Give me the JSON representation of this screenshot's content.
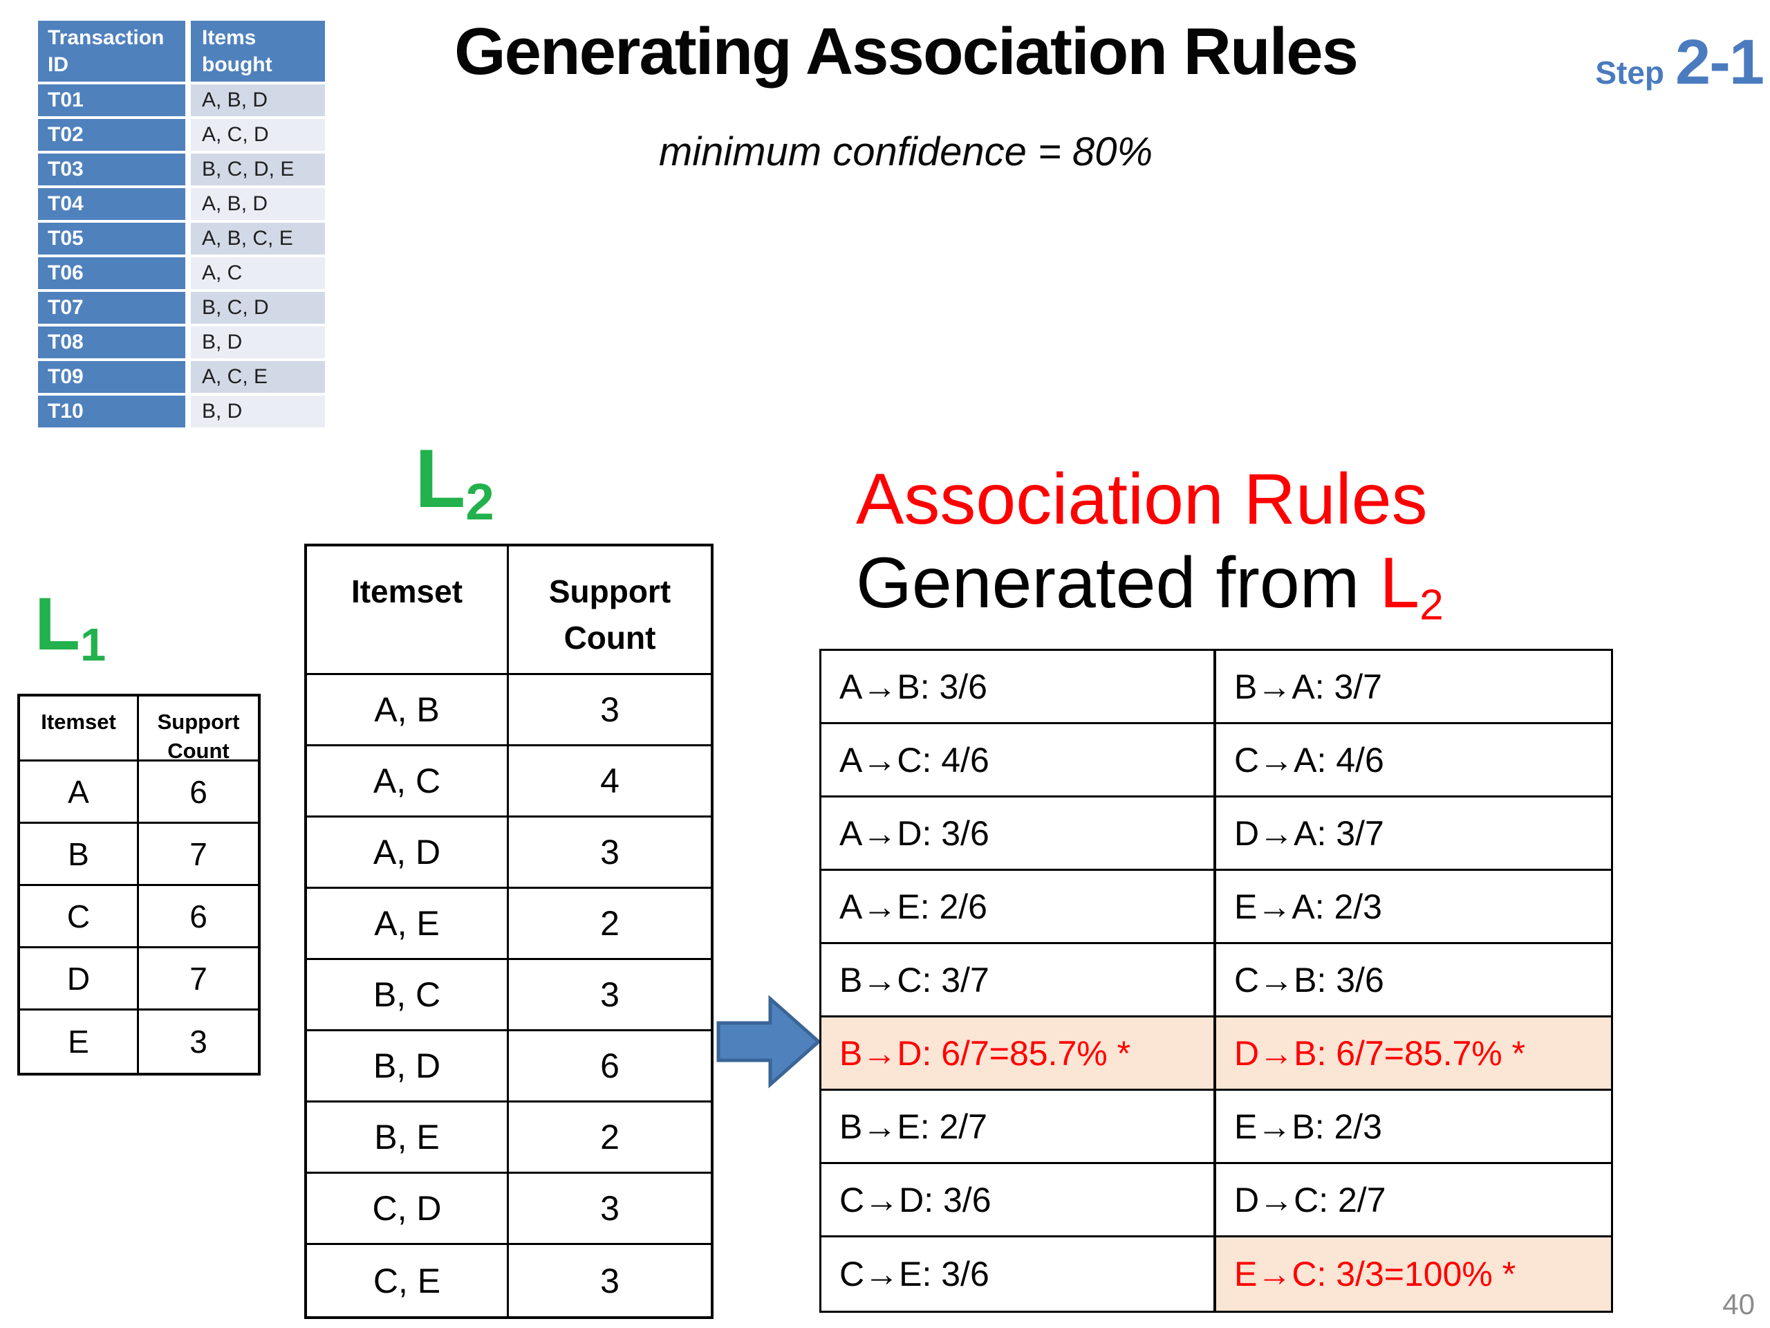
{
  "colors": {
    "table_header_blue": "#4F81BD",
    "tx_row_dark": "#D2D9E6",
    "tx_row_light": "#EAEDF4",
    "step_blue": "#4A7BBE",
    "label_green": "#22B14C",
    "rules_red": "#FF0000",
    "highlight_peach": "#FBE5D5",
    "arrow_fill": "#4F81BD",
    "arrow_border": "#3A6596",
    "page_number_gray": "#8C8C8C"
  },
  "header": {
    "title": "Generating Association Rules",
    "subtitle": "minimum confidence = 80%",
    "step_label": "Step",
    "step_number": "2-1"
  },
  "transactions": {
    "headers": {
      "id": "Transaction\nID",
      "items": "Items\nbought"
    },
    "rows": [
      {
        "id": "T01",
        "items": "A, B, D"
      },
      {
        "id": "T02",
        "items": "A, C, D"
      },
      {
        "id": "T03",
        "items": "B, C, D, E"
      },
      {
        "id": "T04",
        "items": "A, B, D"
      },
      {
        "id": "T05",
        "items": "A, B, C, E"
      },
      {
        "id": "T06",
        "items": "A, C"
      },
      {
        "id": "T07",
        "items": "B, C, D"
      },
      {
        "id": "T08",
        "items": "B, D"
      },
      {
        "id": "T09",
        "items": "A, C, E"
      },
      {
        "id": "T10",
        "items": "B, D"
      }
    ]
  },
  "l1": {
    "label_base": "L",
    "label_sub": "1",
    "header_itemset": "Itemset",
    "header_count": "Support\nCount",
    "rows": [
      {
        "itemset": "A",
        "count": "6"
      },
      {
        "itemset": "B",
        "count": "7"
      },
      {
        "itemset": "C",
        "count": "6"
      },
      {
        "itemset": "D",
        "count": "7"
      },
      {
        "itemset": "E",
        "count": "3"
      }
    ]
  },
  "l2": {
    "label_base": "L",
    "label_sub": "2",
    "header_itemset": "Itemset",
    "header_count": "Support\nCount",
    "rows": [
      {
        "itemset": "A, B",
        "count": "3"
      },
      {
        "itemset": "A, C",
        "count": "4"
      },
      {
        "itemset": "A, D",
        "count": "3"
      },
      {
        "itemset": "A, E",
        "count": "2"
      },
      {
        "itemset": "B, C",
        "count": "3"
      },
      {
        "itemset": "B, D",
        "count": "6"
      },
      {
        "itemset": "B, E",
        "count": "2"
      },
      {
        "itemset": "C, D",
        "count": "3"
      },
      {
        "itemset": "C, E",
        "count": "3"
      }
    ]
  },
  "rules": {
    "title_line1": "Association Rules",
    "title_line2_prefix": "Generated from ",
    "title_l_base": "L",
    "title_l_sub": "2",
    "rows": [
      {
        "left": "A→B: 3/6",
        "right": "B→A: 3/7"
      },
      {
        "left": "A→C: 4/6",
        "right": "C→A: 4/6"
      },
      {
        "left": "A→D: 3/6",
        "right": "D→A: 3/7"
      },
      {
        "left": "A→E: 2/6",
        "right": "E→A: 2/3"
      },
      {
        "left": "B→C: 3/7",
        "right": "C→B: 3/6"
      },
      {
        "left": "B→D: 6/7=85.7% *",
        "right": "D→B: 6/7=85.7% *"
      },
      {
        "left": "B→E: 2/7",
        "right": "E→B: 2/3"
      },
      {
        "left": "C→D: 3/6",
        "right": "D→C: 2/7"
      },
      {
        "left": "C→E: 3/6",
        "right": "E→C: 3/3=100% *"
      }
    ]
  },
  "page": {
    "number": "40"
  }
}
